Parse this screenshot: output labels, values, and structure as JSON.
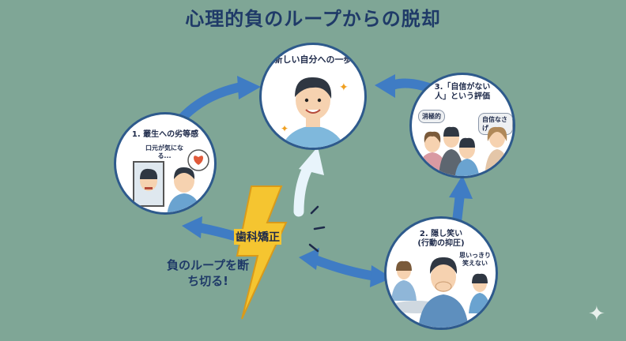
{
  "title": "心理的負のループからの脱却",
  "nodes": {
    "top": {
      "label": "新しい自分への一歩"
    },
    "left": {
      "label": "1. 叢生への劣等感",
      "thought": "口元が気になる..."
    },
    "right": {
      "label": "3.「自信がない人」という評価",
      "bubble_a": "消極的",
      "bubble_b": "自信なさげ"
    },
    "bottom": {
      "label": "2. 隠し笑い(行動の抑圧)",
      "thought": "思いっきり笑えない"
    }
  },
  "center": {
    "bolt_label": "歯科矯正",
    "break_text": "負のループを断ち切る!"
  },
  "colors": {
    "background": "#7fa696",
    "title": "#1f3a68",
    "arrow": "#3f7cc4",
    "bolt": "#f5c530",
    "circle_border": "#2e5a8c"
  }
}
